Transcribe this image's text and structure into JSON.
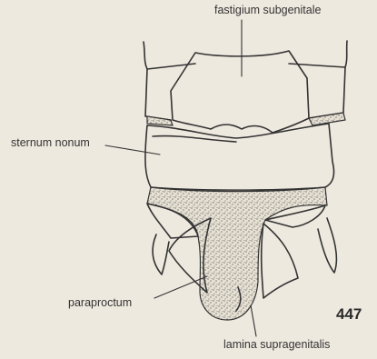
{
  "figure": {
    "number": "447",
    "labels": {
      "fastigium": "fastigium subgenitale",
      "sternum": "sternum nonum",
      "paraproctum": "paraproctum",
      "lamina": "lamina supragenitalis"
    },
    "colors": {
      "background": "#eee9df",
      "ink": "#333333"
    }
  }
}
